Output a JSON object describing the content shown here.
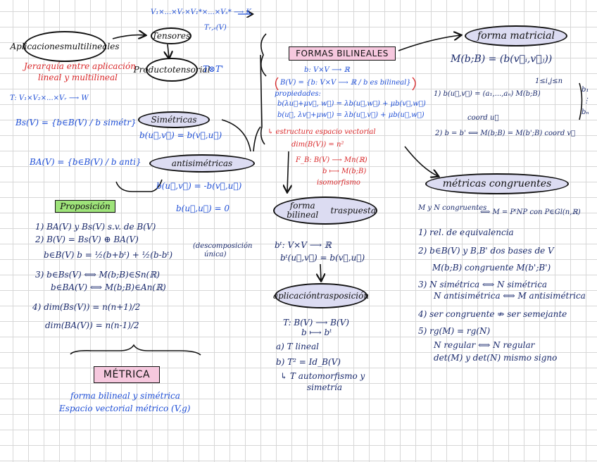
{
  "colors": {
    "ink": "#111111",
    "blue": "#1f4fd6",
    "navy": "#1a2a6c",
    "red": "#d9282a",
    "pink": "#f6c8de",
    "green": "#9ee37a",
    "lavender": "#dcdcf2"
  },
  "nodes": {
    "aplicaciones": [
      "Aplicaciones",
      "multilineales"
    ],
    "tensores": "Tensores",
    "producto": [
      "Producto",
      "tensorial"
    ],
    "formas_bilineales": "FORMAS BILINEALES",
    "forma_matricial": "forma matricial",
    "simetricas": "Simétricas",
    "antisimetricas": "antisimétricas",
    "forma_bilineal_traspuesta": [
      "forma bilineal",
      "traspuesta"
    ],
    "aplicacion_trasposicion": [
      "aplicación",
      "trasposición"
    ],
    "metricas_congruentes": "métricas congruentes",
    "proposicion": "Proposición",
    "metrica": "MÉTRICA"
  },
  "top": {
    "tensor_map": "V₁×...×Vᵣ×V₁*×...×Vₛ* ⟶ K",
    "tensor_space": "Tᵣ,ₛ(V)",
    "tensor_product": "T⊗T'",
    "multilinear_map": "T: V₁×V₂×...×Vᵣ ⟶ W",
    "jerarquia": [
      "Jerarquía entre aplicación",
      "lineal y multilineal"
    ]
  },
  "left": {
    "bs_def": "Bs(V) = {b∈B(V) / b simétr}",
    "sym_cond": "b(u⃗,v⃗) = b(v⃗,u⃗)",
    "ba_def": "BA(V) = {b∈B(V) / b anti}",
    "anti_cond": "b(u⃗,v⃗) = -b(v⃗,u⃗)",
    "anti_zero": "b(u⃗,u⃗) = 0",
    "prop": [
      "1) BA(V) y Bs(V) s.v. de B(V)",
      "2) B(V) = Bs(V) ⊕ BA(V)",
      "b∈B(V)   b = ½(b+bᵗ) + ½(b-bᵗ)",
      "3) b∈Bs(V) ⟺ M(b;B)∈Sn(ℝ)",
      "b∈BA(V) ⟺ M(b;B)∈An(ℝ)",
      "4) dim(Bs(V)) = n(n+1)/2",
      "dim(BA(V)) = n(n-1)/2"
    ],
    "descomposicion": [
      "(descomposición",
      "única)"
    ],
    "metrica_desc": [
      "forma bilineal y simétrica",
      "Espacio vectorial métrico  (V,g)"
    ]
  },
  "center": {
    "b_map": "b: V×V ⟶ ℝ",
    "bv_def": "B(V) = {b: V×V ⟶ ℝ / b es bilineal}",
    "propiedades": "propiedades:",
    "prop1": "b(λu⃗+μv⃗, w⃗) = λb(u⃗,w⃗) + μb(v⃗,w⃗)",
    "prop2": "b(u⃗, λv⃗+μw⃗) = λb(u⃗,v⃗) + μb(u⃗,w⃗)",
    "estructura": "↳ estructura espacio vectorial",
    "dim": "dim(B(V)) = n²",
    "fb": "F_B: B(V) ⟶ Mn(ℝ)",
    "fb2": "b ⟼ M(b;B)",
    "isomorfismo": "isomorfismo",
    "bt_map": "bᵗ: V×V ⟶ ℝ",
    "bt_def": "bᵗ(u⃗,v⃗) = b(v⃗,u⃗)",
    "T_map": "T: B(V) ⟶ B(V)",
    "T_map2": "b ⟼ bᵗ",
    "a": "a) T lineal",
    "b": "b) T² = Id_B(V)",
    "c": [
      "↳ T automorfismo y",
      "simetría"
    ]
  },
  "right": {
    "matrix": "M(b;B) = (b(v⃗ᵢ,v⃗ⱼ))",
    "ij": "1≤i,j≤n",
    "coord": "1) b(u⃗,v⃗) = (a₁,...,aₙ) M(b;B)",
    "coord_col": [
      "b₁",
      "⋮",
      "bₙ"
    ],
    "coord_u": "coord u⃗",
    "eq": "2) b = b' ⟺ M(b;B) = M(b';B)   coord v⃗",
    "congruentes_head": "M y N congruentes",
    "congruentes_def": "⟺ M = PᵗNP con P∈Gl(n,ℝ)",
    "items": [
      "1) rel. de equivalencia",
      "2) b∈B(V)  y B,B' dos bases de V",
      "M(b;B) congruente M(b';B')",
      "3) N simétrica ⟺ N simétrica",
      "N antisimétrica ⟺ M antisimétrica",
      "4) ser congruente ⇏ ser semejante",
      "5) rg(M) = rg(N)",
      "N regular ⟺ N regular",
      "det(M) y det(N) mismo signo"
    ]
  }
}
